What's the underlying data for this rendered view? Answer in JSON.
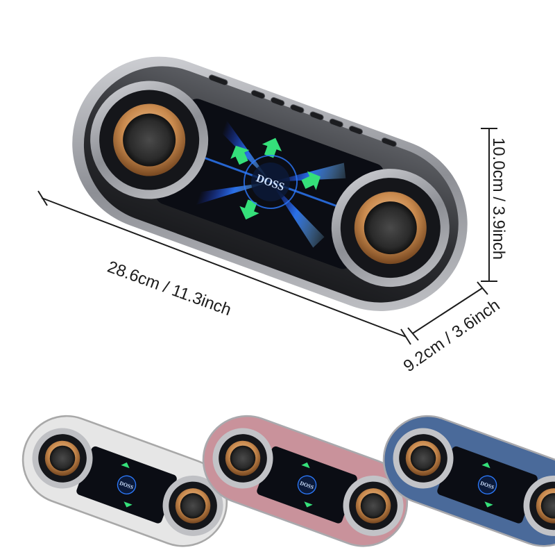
{
  "product": {
    "brand_logo": "DOSS",
    "dimensions": {
      "length": "28.6cm / 11.3inch",
      "height": "10.0cm / 3.9inch",
      "depth": "9.2cm / 3.6inch"
    },
    "color_variants": [
      {
        "name": "white",
        "body_color": "#e6e6e6"
      },
      {
        "name": "pink",
        "body_color": "#c9929b"
      },
      {
        "name": "blue",
        "body_color": "#4a6a9a"
      }
    ],
    "main_body_color": "#2e2f33",
    "trim_color": "#9a9ca2",
    "driver_ring_color": "#c98a4e",
    "led_green": "#35e07a",
    "led_blue": "#2d7bff"
  }
}
